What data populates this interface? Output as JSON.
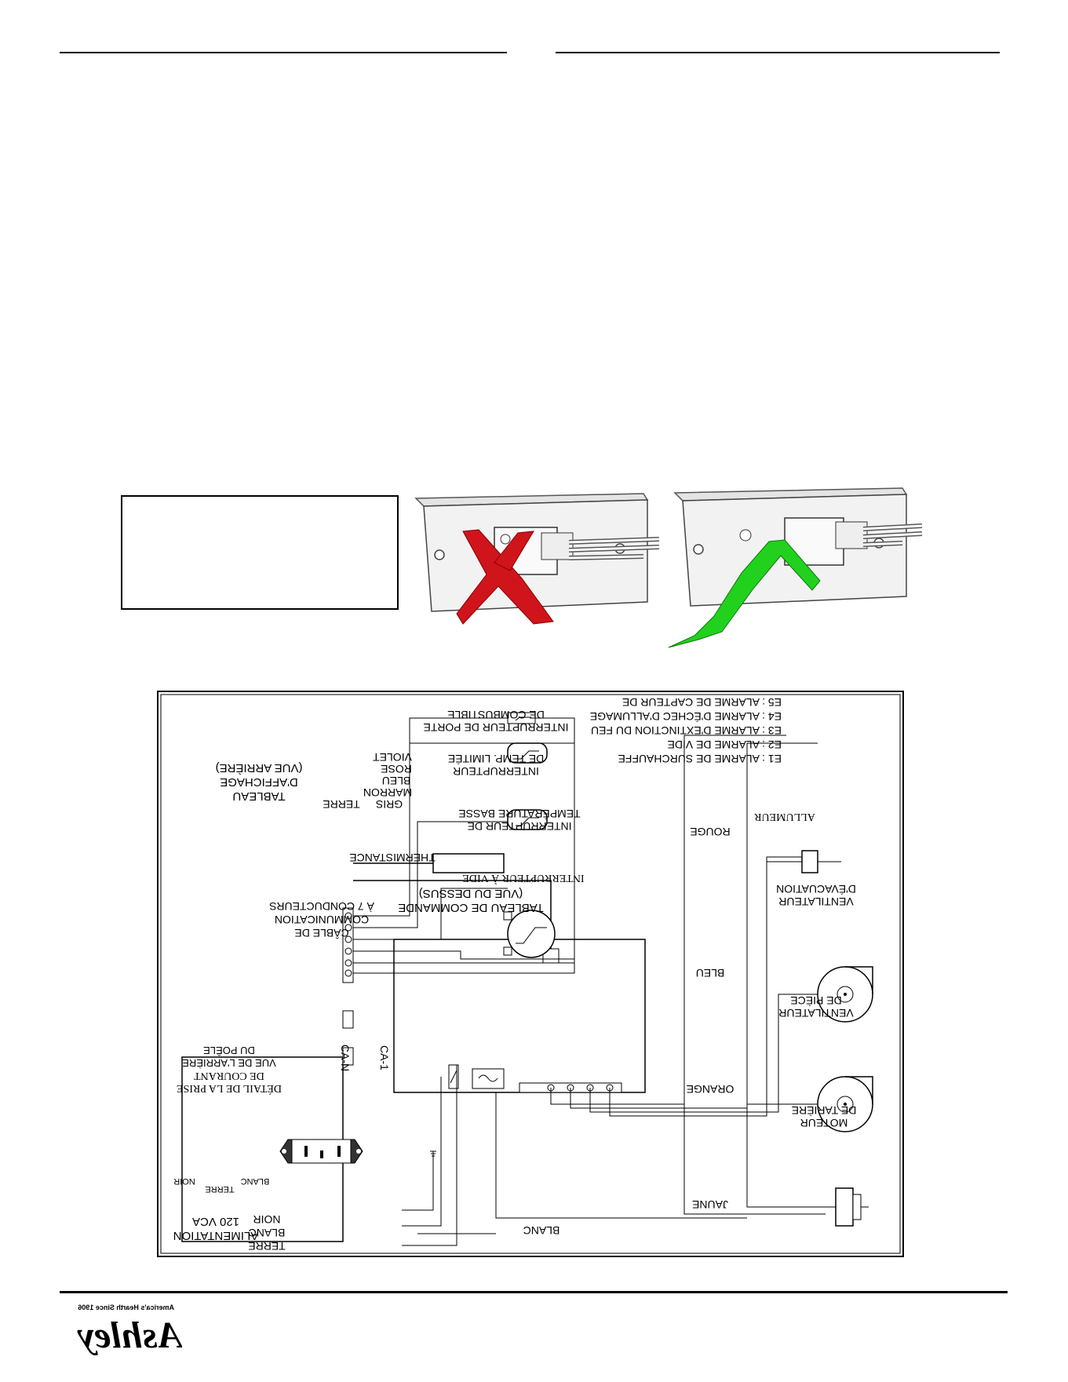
{
  "diagram": {
    "display_panel": [
      "TABLEAU",
      "D'AFFICHAGE",
      "(VUE ARRIÈRE)"
    ],
    "control_panel": [
      "TABLEAU DE COMMANDE",
      "(VUE DU DESSUS)"
    ],
    "comm_cable": [
      "CÂBLE DE",
      "COMMUNICATION",
      "À 7 CONDUCTEURS"
    ],
    "thermistance": "THERMISTANCE",
    "terre_display": "TERRE",
    "wire_gris": "GRIS",
    "wire_marron": "MARRON",
    "wire_bleu": "BLEU",
    "wire_rose": "ROSE",
    "wire_violet": "VIOLET",
    "door_switch": [
      "INTERRUPTEUR DE PORTE",
      "DE COMBUSTIBLE"
    ],
    "limit_switch": [
      "INTERRUPTEUR",
      "DE TEMP. LIMITÉE"
    ],
    "low_temp_switch": [
      "INTERRUPTEUR DE",
      "TEMPÉRATURE BASSE"
    ],
    "vacuum_switch": "INTERRUPTEUR À VIDE",
    "alarms": [
      "E1 : ALARME DE SURCHAUFFE",
      "E2 : ALARME DE VIDE",
      "E3 : ALARME D'EXTINCTION DU FEU",
      "E4 : ALARME D'ÉCHEC D'ALLUMAGE",
      "E5 : ALARME DE CAPTEUR DE"
    ],
    "igniter": "ALLUMEUR",
    "wire_rouge": "ROUGE",
    "exhaust_fan": [
      "VENTILATEUR",
      "D'ÉVACUATION"
    ],
    "wire_bleu_fan": "BLEU",
    "room_fan": [
      "VENTILATEUR",
      "DE PIÈCE"
    ],
    "wire_orange": "ORANGE",
    "auger_motor": [
      "MOTEUR",
      "DE TARIÈRE"
    ],
    "wire_jaune": "JAUNE",
    "wire_blanc": "BLANC",
    "ca_n": "CA-N",
    "ca_1": "CA-1",
    "plug_detail": [
      "DÉTAIL DE LA PRISE",
      "DE COURANT",
      "VUE DE L'ARRIÈRE",
      "DU POÊLE"
    ],
    "plug_blanc": "BLANC",
    "plug_terre": "TERRE",
    "plug_noir": "NOIR",
    "supply": [
      "ALIMENTATION",
      "120 VCA"
    ],
    "supply_terre": "TERRE",
    "supply_blanc": "BLANC",
    "supply_noir": "NOIR"
  },
  "footer": {
    "brand": "Ashley",
    "tagline": "America's Hearth Since 1906"
  },
  "colors": {
    "wrong_mark": "#d0141b",
    "right_mark": "#22d11e"
  }
}
